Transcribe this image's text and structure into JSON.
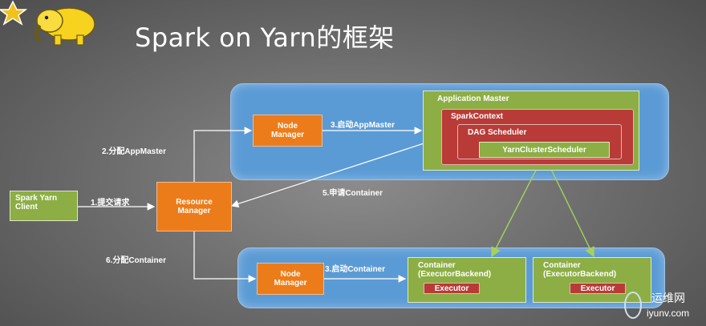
{
  "title": "Spark on Yarn的框架",
  "nodes": {
    "client": "Spark Yarn\nClient",
    "resource_manager": "Resource\nManager",
    "node_manager_top": "Node\nManager",
    "node_manager_bottom": "Node\nManager",
    "application_master": "Application Master",
    "spark_context": "SparkContext",
    "dag_scheduler": "DAG Scheduler",
    "yarn_cluster_scheduler": "YarnClusterScheduler",
    "container_1": "Container\n(ExecutorBackend)",
    "container_2": "Container\n(ExecutorBackend)",
    "executor_1": "Executor",
    "executor_2": "Executor"
  },
  "steps": {
    "step1": "1.提交请求",
    "step2": "2.分配AppMaster",
    "step3_top": "3.启动AppMaster",
    "step3_bottom": "3.启动Container",
    "step5": "5.申请Container",
    "step6": "6.分配Container"
  },
  "watermark": {
    "line1": "运维网",
    "line2": "iyunv.com"
  },
  "colors": {
    "panel": "#5b9bd5",
    "orange": "#ec7c19",
    "green": "#8cae45",
    "red": "#b83b37"
  }
}
